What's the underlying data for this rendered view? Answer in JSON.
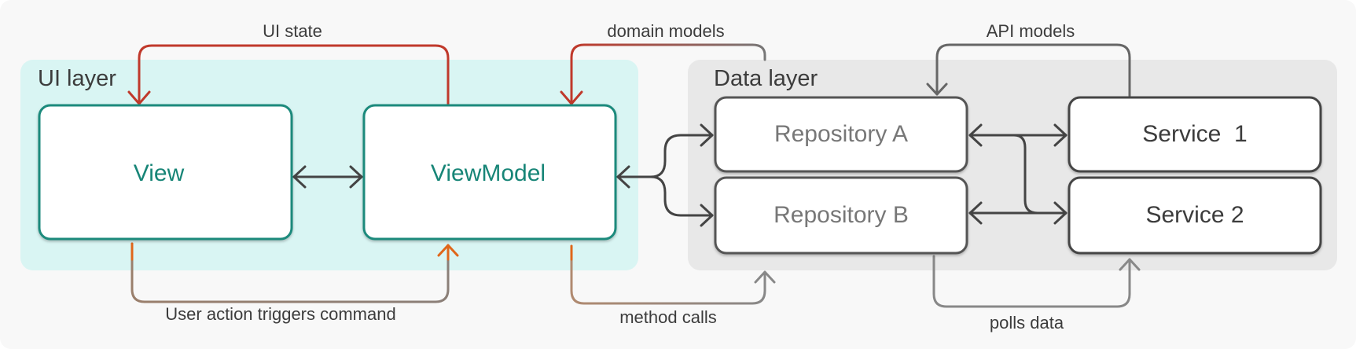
{
  "layers": {
    "ui": {
      "title": "UI layer"
    },
    "data": {
      "title": "Data layer"
    }
  },
  "nodes": {
    "view": {
      "label": "View"
    },
    "viewmodel": {
      "label": "ViewModel"
    },
    "repo_a": {
      "label": "Repository A"
    },
    "repo_b": {
      "label": "Repository B"
    },
    "service_1": {
      "label": "Service  1"
    },
    "service_2": {
      "label": "Service 2"
    }
  },
  "edges": {
    "ui_state": {
      "label": "UI state"
    },
    "user_action": {
      "label": "User action triggers command"
    },
    "domain_models": {
      "label": "domain models"
    },
    "method_calls": {
      "label": "method calls"
    },
    "api_models": {
      "label": "API models"
    },
    "polls_data": {
      "label": "polls data"
    }
  },
  "colors": {
    "background": "#f8f8f8",
    "ui_layer_fill": "#d9f5f3",
    "data_layer_fill": "#e8e8e8",
    "ui_node_border": "#1a8a7c",
    "ui_node_text": "#178577",
    "data_node_border": "#555555",
    "repo_text": "#777777",
    "service_text": "#3c3c3c",
    "state_arrow": "#c0392b",
    "action_arrow": "#e0661a",
    "gray_arrow": "#666666"
  }
}
